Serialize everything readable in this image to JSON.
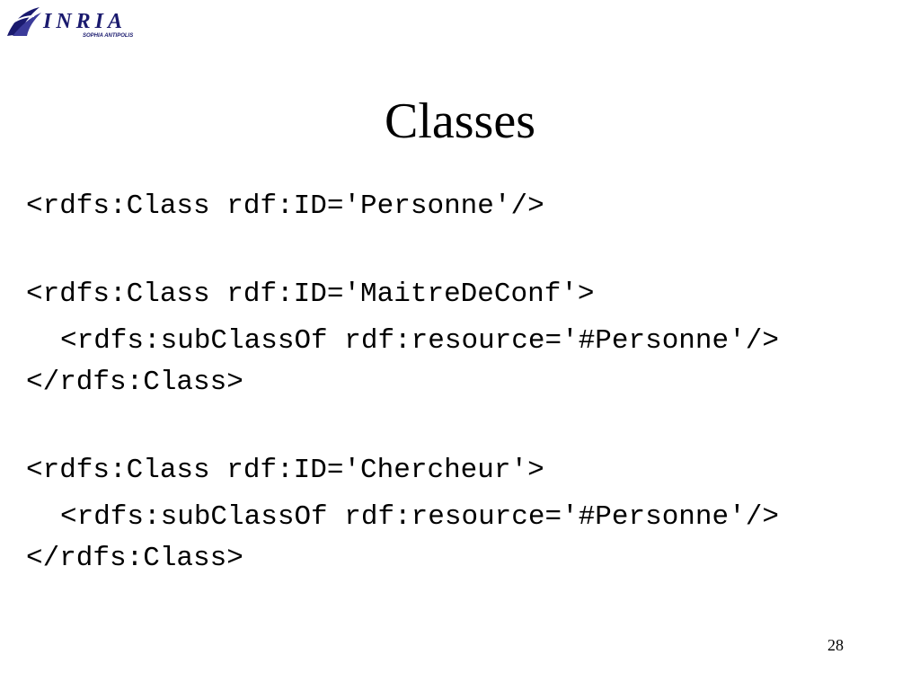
{
  "logo": {
    "name": "INRIA",
    "subtitle": "SOPHIA ANTIPOLIS",
    "icon": "inria-swirl-logo-icon",
    "color": "#1a1a6e"
  },
  "title": "Classes",
  "code": [
    "<rdfs:Class rdf:ID='Personne'/>",
    "<rdfs:Class rdf:ID='MaitreDeConf'>",
    "<rdfs:subClassOf rdf:resource='#Personne'/>",
    "</rdfs:Class>",
    "<rdfs:Class rdf:ID='Chercheur'>",
    "<rdfs:subClassOf rdf:resource='#Personne'/>",
    "</rdfs:Class>"
  ],
  "page_number": "28"
}
